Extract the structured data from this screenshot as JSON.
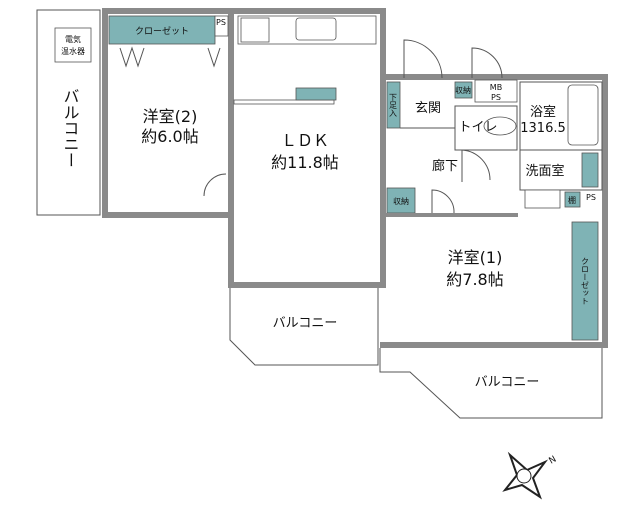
{
  "plan": {
    "rooms": {
      "western2": {
        "name": "洋室(2)",
        "size": "約6.0帖"
      },
      "ldk": {
        "name": "ＬＤＫ",
        "size": "約11.8帖"
      },
      "western1": {
        "name": "洋室(1)",
        "size": "約7.8帖"
      },
      "entrance": "玄関",
      "toilet": "トイレ",
      "bath": {
        "name": "浴室",
        "size": "1316.5"
      },
      "washroom": "洗面室",
      "corridor": "廊下"
    },
    "balconies": {
      "left": "バルコニー",
      "center": "バルコニー",
      "right": "バルコニー"
    },
    "storage": {
      "closet_top": "クローゼット",
      "closet_right": "クローゼット",
      "shoe_storage": "下足入",
      "storage_entrance": "収納",
      "storage_corridor": "収納",
      "shelf": "棚",
      "ps_top": "PS",
      "ps_right": "PS",
      "mbps_line1": "MB",
      "mbps_line2": "PS",
      "water_heater_line1": "電気",
      "water_heater_line2": "温水器"
    },
    "compass": {
      "label": "N"
    },
    "colors": {
      "wall": "#8a8a8a",
      "storage": "#7fb3b5"
    }
  }
}
